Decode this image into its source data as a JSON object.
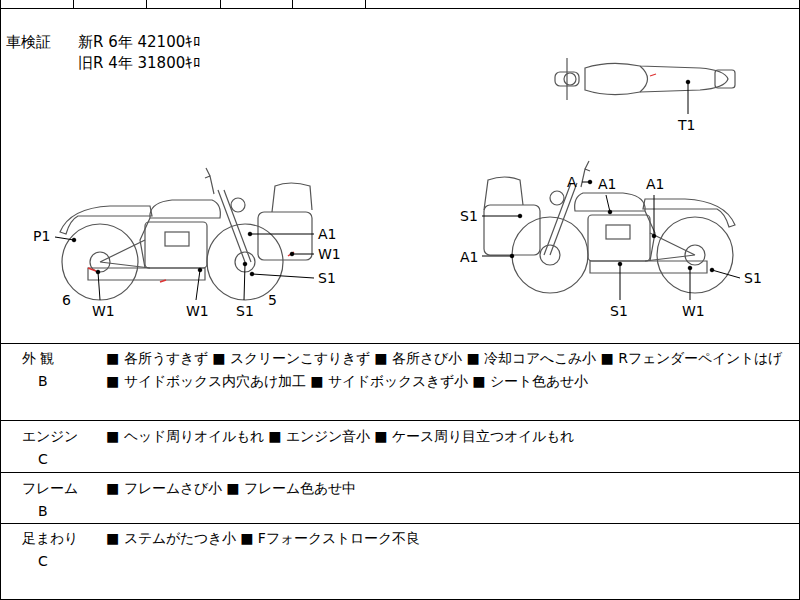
{
  "diagram": {
    "labels": [
      "車検証",
      "新R 6年 42100ｷﾛ",
      "旧R 4年 31800ｷﾛ",
      "T1",
      "P1",
      "A1",
      "W1",
      "S1",
      "6",
      "W1",
      "W1",
      "S1",
      "5",
      "A",
      "A1",
      "A1",
      "S1",
      "A1",
      "S1",
      "S1",
      "W1",
      "外 観",
      "B",
      "■ 各所うすきず ■ スクリーンこすりきず ■ 各所さび小 ■ 冷却コアへこみ小 ■ Rフェンダーペイントはげ",
      "■ サイドボックス内穴あけ加工 ■ サイドボックスきず小 ■ シート色あせ小",
      "エンジン",
      "C",
      "■ ヘッド周りオイルもれ ■ エンジン音小 ■ ケース周り目立つオイルもれ",
      "フレーム",
      "B",
      "■ フレームさび小 ■ フレーム色あせ中",
      "足まわり",
      "C",
      "■ ステムがたつき小 ■ Fフォークストローク不良"
    ]
  }
}
